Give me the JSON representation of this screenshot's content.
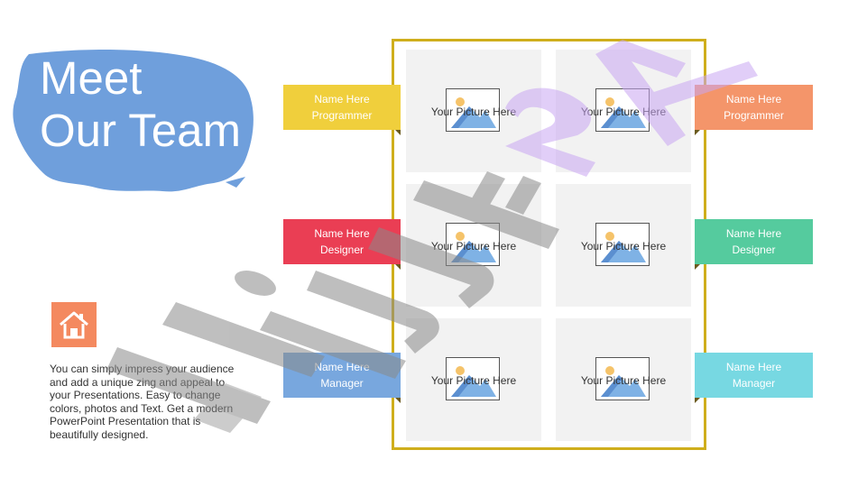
{
  "title": "Meet\nOur Team",
  "description": "You can simply impress your audience and add a unique zing and appeal to your Presentations. Easy to change colors, photos and Text. Get a modern PowerPoint  Presentation that is beautifully designed.",
  "colors": {
    "title_blob": "#6f9fdc",
    "home_badge": "#f4895f",
    "frame": "#cfae1c",
    "picture_bg": "#f2f2f2"
  },
  "pictures": [
    {
      "label": "Your Picture Here"
    },
    {
      "label": "Your Picture Here"
    },
    {
      "label": "Your Picture Here"
    },
    {
      "label": "Your Picture Here"
    },
    {
      "label": "Your Picture Here"
    },
    {
      "label": "Your Picture Here"
    }
  ],
  "members": [
    {
      "name": "Name Here",
      "role": "Programmer",
      "color": "#f0cf3c"
    },
    {
      "name": "Name Here",
      "role": "Designer",
      "color": "#ea3e54"
    },
    {
      "name": "Name Here",
      "role": "Manager",
      "color": "#78a7de"
    },
    {
      "name": "Name Here",
      "role": "Programmer",
      "color": "#f4956a"
    },
    {
      "name": "Name Here",
      "role": "Designer",
      "color": "#55cb9e"
    },
    {
      "name": "Name Here",
      "role": "Manager",
      "color": "#77d8e2"
    }
  ],
  "icons": {
    "home": "home-icon",
    "picture": "picture-placeholder-icon"
  }
}
